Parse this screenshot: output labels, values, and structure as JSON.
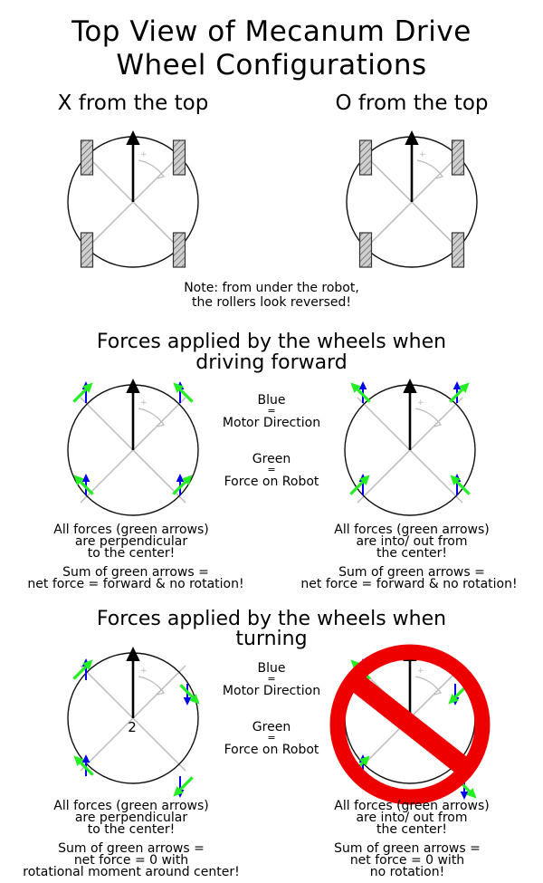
{
  "title_line1": "Top View of Mecanum Drive",
  "title_line2": "Wheel Configurations",
  "config_x_label": "X from the top",
  "config_o_label": "O from the top",
  "note_line1": "Note: from under the robot,",
  "note_line2": "the rollers look reversed!",
  "forward": {
    "title_line1": "Forces applied by the wheels when",
    "title_line2": "driving forward",
    "legend": {
      "blue": "Blue",
      "blue_eq": "=",
      "blue_meaning": "Motor Direction",
      "green": "Green",
      "green_eq": "=",
      "green_meaning": "Force on Robot"
    },
    "left_caption": [
      "All forces (green arrows)",
      "are perpendicular",
      "to the center!"
    ],
    "left_sum": [
      "Sum of green arrows =",
      "net force = forward & no rotation!"
    ],
    "right_caption": [
      "All forces (green arrows)",
      "are into/ out from",
      "the center!"
    ],
    "right_sum": [
      "Sum of green arrows =",
      "net force = forward & no rotation!"
    ]
  },
  "turning": {
    "title_line1": "Forces applied by the wheels when",
    "title_line2": "turning",
    "legend": {
      "blue": "Blue",
      "blue_eq": "=",
      "blue_meaning": "Motor Direction",
      "green": "Green",
      "green_eq": "=",
      "green_meaning": "Force on Robot"
    },
    "center_mark": "2",
    "left_caption": [
      "All forces (green arrows)",
      "are perpendicular",
      "to the center!"
    ],
    "left_sum": [
      "Sum of green arrows =",
      "net force = 0 with",
      "rotational moment around center!"
    ],
    "right_caption": [
      "All forces (green arrows)",
      "are into/ out from",
      "the center!"
    ],
    "right_sum": [
      "Sum of green arrows =",
      "net force = 0 with",
      "no rotation!"
    ]
  },
  "colors": {
    "motor_direction": "#0000ee",
    "force_on_robot": "#22ee22",
    "prohibited": "#ee0000",
    "diagonal": "#bbbbbb"
  }
}
